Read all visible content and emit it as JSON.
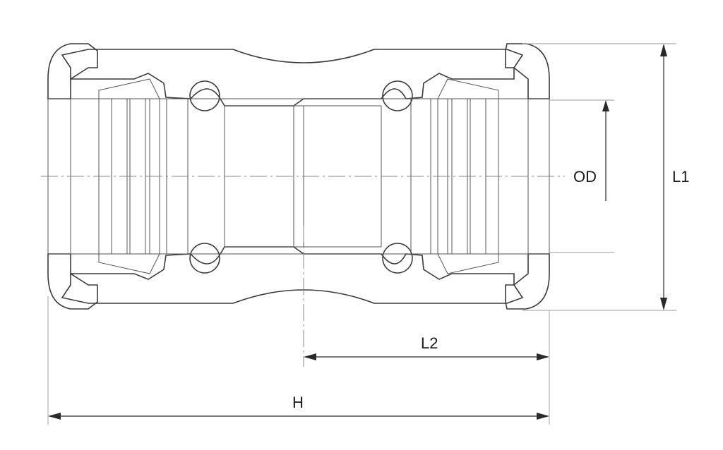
{
  "labels": {
    "od": "OD",
    "l1": "L1",
    "l2": "L2",
    "h": "H"
  },
  "colors": {
    "line": "#3a3a3a",
    "hatch": "#cfcfcf",
    "background": "#ffffff"
  }
}
